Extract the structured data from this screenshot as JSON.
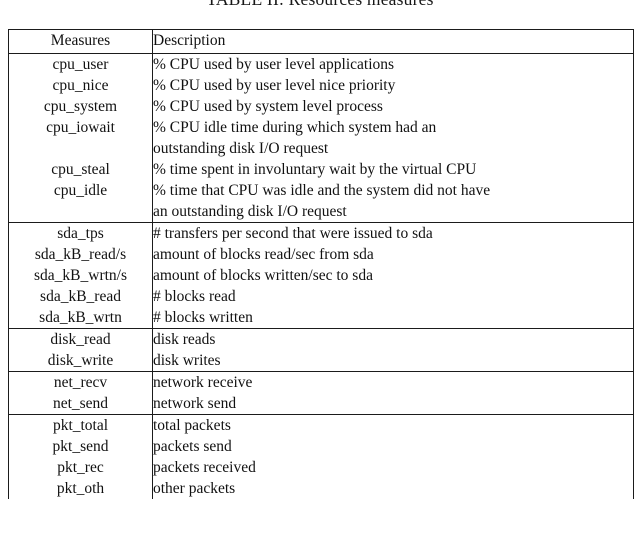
{
  "caption": "TABLE II: Resources measures",
  "table": {
    "columns": [
      "Measures",
      "Description"
    ],
    "groups": [
      {
        "id": "cpu",
        "rows": [
          {
            "measure": "cpu_user",
            "description": [
              "% CPU used by user level applications"
            ]
          },
          {
            "measure": "cpu_nice",
            "description": [
              "% CPU used by user level nice priority"
            ]
          },
          {
            "measure": "cpu_system",
            "description": [
              "% CPU used by system level process"
            ]
          },
          {
            "measure": "cpu_iowait",
            "description": [
              "% CPU idle time during which system had an",
              "outstanding disk I/O request"
            ]
          },
          {
            "measure": "cpu_steal",
            "description": [
              "% time spent in involuntary wait by the virtual CPU"
            ]
          },
          {
            "measure": "cpu_idle",
            "description": [
              "% time that CPU was idle and the system did not have",
              "an outstanding disk I/O request"
            ]
          }
        ]
      },
      {
        "id": "sda",
        "rows": [
          {
            "measure": "sda_tps",
            "description": [
              "# transfers per second that were issued to sda"
            ]
          },
          {
            "measure": "sda_kB_read/s",
            "description": [
              "amount of blocks read/sec from sda"
            ]
          },
          {
            "measure": "sda_kB_wrtn/s",
            "description": [
              "amount of blocks written/sec to sda"
            ]
          },
          {
            "measure": "sda_kB_read",
            "description": [
              "# blocks read"
            ]
          },
          {
            "measure": "sda_kB_wrtn",
            "description": [
              "# blocks written"
            ]
          }
        ]
      },
      {
        "id": "disk",
        "rows": [
          {
            "measure": "disk_read",
            "description": [
              "disk reads"
            ]
          },
          {
            "measure": "disk_write",
            "description": [
              "disk writes"
            ]
          }
        ]
      },
      {
        "id": "net",
        "rows": [
          {
            "measure": "net_recv",
            "description": [
              "network receive"
            ]
          },
          {
            "measure": "net_send",
            "description": [
              "network send"
            ]
          }
        ]
      },
      {
        "id": "pkt",
        "rows": [
          {
            "measure": "pkt_total",
            "description": [
              "total packets"
            ]
          },
          {
            "measure": "pkt_send",
            "description": [
              "packets send"
            ]
          },
          {
            "measure": "pkt_rec",
            "description": [
              "packets received"
            ]
          },
          {
            "measure": "pkt_oth",
            "description": [
              "other packets"
            ]
          }
        ]
      }
    ]
  }
}
